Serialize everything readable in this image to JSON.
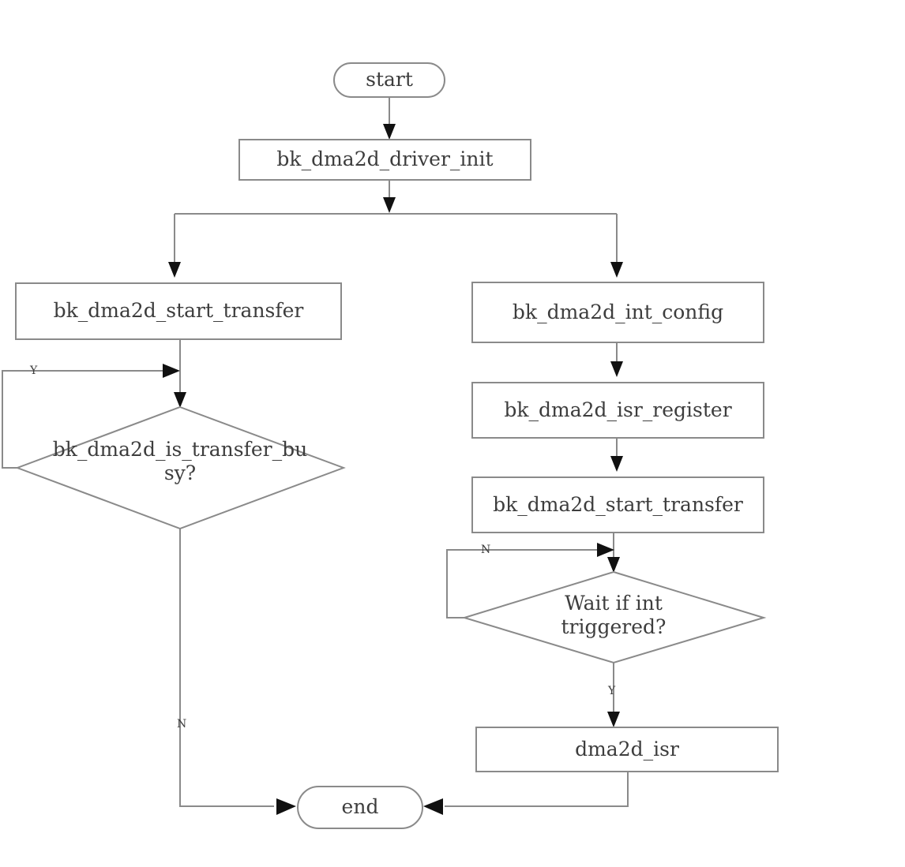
{
  "diagram": {
    "type": "flowchart",
    "title": "",
    "background_color": "#ffffff",
    "shape_stroke_color": "#8a8a8a",
    "shape_fill_color": "#ffffff",
    "text_color": "#3d3d3d",
    "arrow_color": "#111111",
    "nodes": [
      {
        "id": "start",
        "shape": "terminator",
        "label": "start"
      },
      {
        "id": "driver_init",
        "shape": "process",
        "label": "bk_dma2d_driver_init"
      },
      {
        "id": "start_transfer_left",
        "shape": "process",
        "label": "bk_dma2d_start_transfer"
      },
      {
        "id": "is_transfer_busy",
        "shape": "decision",
        "label": "bk_dma2d_is_transfer_bu\nsy?"
      },
      {
        "id": "int_config",
        "shape": "process",
        "label": "bk_dma2d_int_config"
      },
      {
        "id": "isr_register",
        "shape": "process",
        "label": "bk_dma2d_isr_register"
      },
      {
        "id": "start_transfer_right",
        "shape": "process",
        "label": "bk_dma2d_start_transfer"
      },
      {
        "id": "wait_if_int",
        "shape": "decision",
        "label": "Wait if int\ntriggered?"
      },
      {
        "id": "dma2d_isr",
        "shape": "process",
        "label": "dma2d_isr"
      },
      {
        "id": "end",
        "shape": "terminator",
        "label": "end"
      }
    ],
    "edges": [
      {
        "from": "start",
        "to": "driver_init",
        "label": ""
      },
      {
        "from": "driver_init",
        "to": "start_transfer_left",
        "label": ""
      },
      {
        "from": "driver_init",
        "to": "int_config",
        "label": ""
      },
      {
        "from": "start_transfer_left",
        "to": "is_transfer_busy",
        "label": ""
      },
      {
        "from": "is_transfer_busy",
        "to": "is_transfer_busy",
        "label": "Y"
      },
      {
        "from": "is_transfer_busy",
        "to": "end",
        "label": "N"
      },
      {
        "from": "int_config",
        "to": "isr_register",
        "label": ""
      },
      {
        "from": "isr_register",
        "to": "start_transfer_right",
        "label": ""
      },
      {
        "from": "start_transfer_right",
        "to": "wait_if_int",
        "label": ""
      },
      {
        "from": "wait_if_int",
        "to": "wait_if_int",
        "label": "N"
      },
      {
        "from": "wait_if_int",
        "to": "dma2d_isr",
        "label": "Y"
      },
      {
        "from": "dma2d_isr",
        "to": "end",
        "label": ""
      }
    ],
    "edge_labels": {
      "busy_yes": "Y",
      "busy_no": "N",
      "wait_no": "N",
      "wait_yes": "Y"
    }
  }
}
